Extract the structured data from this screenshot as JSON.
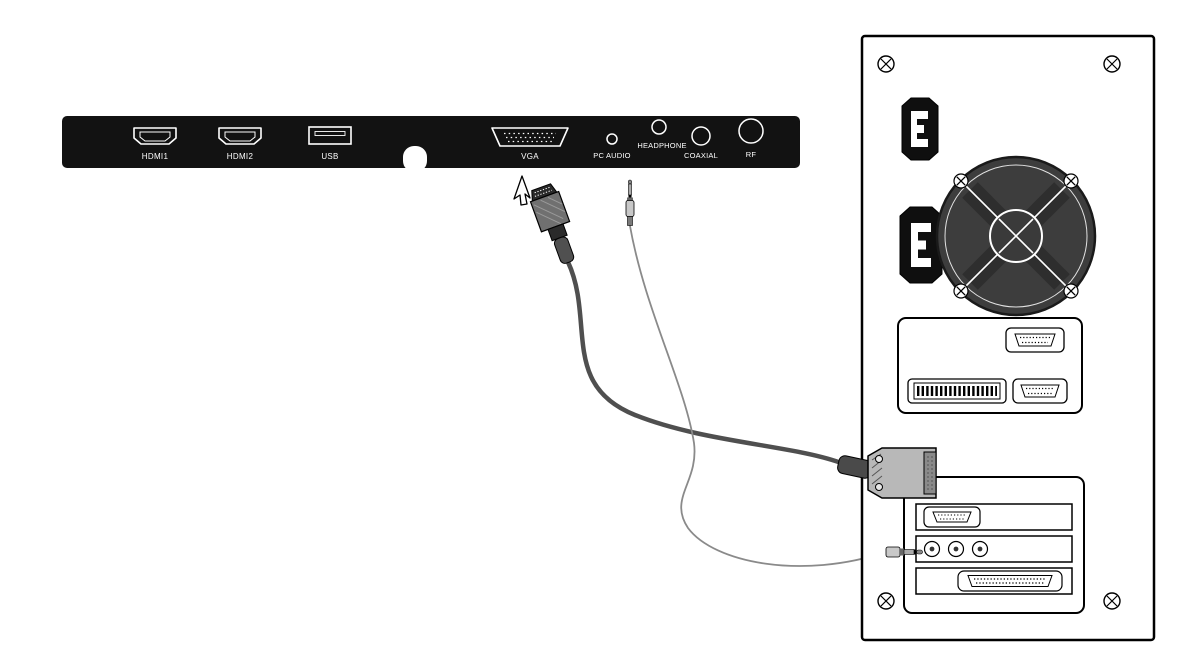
{
  "tv_panel": {
    "ports": {
      "hdmi1": {
        "label": "HDMI1"
      },
      "hdmi2": {
        "label": "HDMI2"
      },
      "usb": {
        "label": "USB"
      },
      "vga": {
        "label": "VGA"
      },
      "pc_audio": {
        "label": "PC AUDIO"
      },
      "headphone": {
        "label": "HEADPHONE"
      },
      "coaxial": {
        "label": "COAXIAL"
      },
      "rf": {
        "label": "RF"
      }
    }
  },
  "colors": {
    "tv_panel_bg": "#121212",
    "port_outline": "#ffffff",
    "label_text": "#ffffff",
    "vga_cable": "#4f4f4f",
    "audio_cable": "#8a8a8a",
    "tower_outline": "#000000",
    "fan_body": "#3d3d3d",
    "connector_shell": "#b8b8b8"
  }
}
